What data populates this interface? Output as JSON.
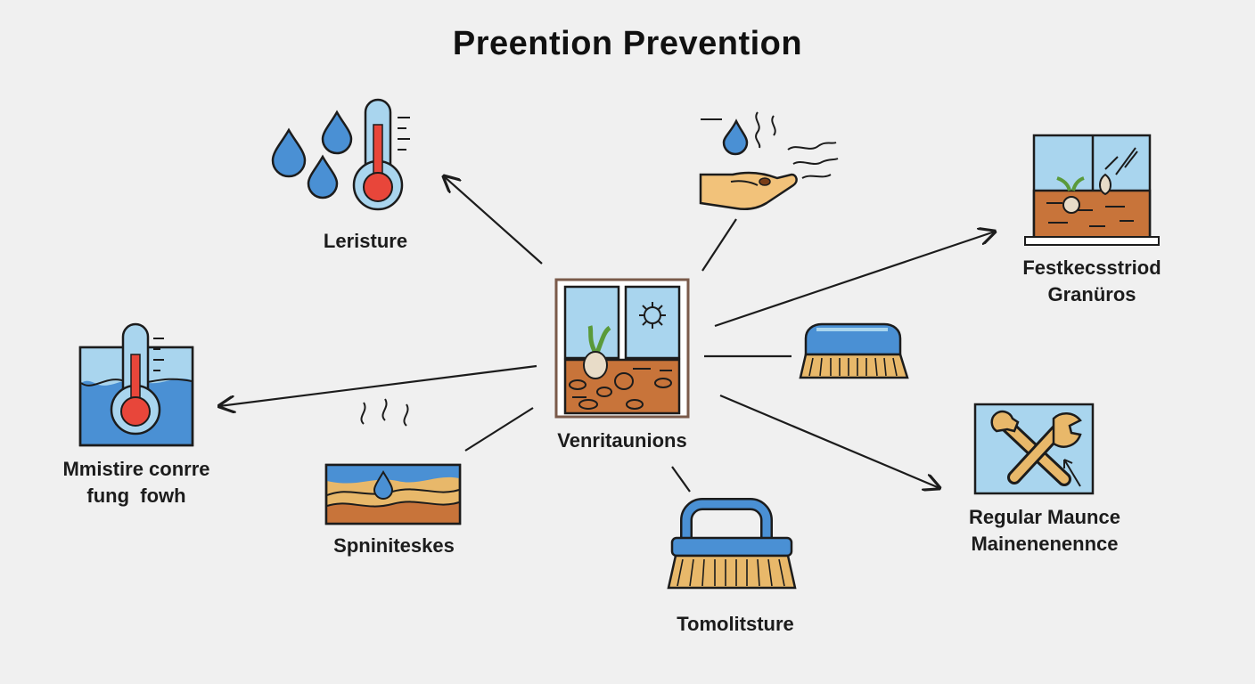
{
  "title": "Preention Prevention",
  "center": {
    "label": "Venritaunions"
  },
  "nodes": [
    {
      "id": "leristure",
      "label": "Leristure",
      "icon": "water-drops-thermometer-icon"
    },
    {
      "id": "moisture",
      "label_lines": [
        "Mmistire conrre",
        "fung  fowh"
      ],
      "icon": "water-tank-thermometer-icon"
    },
    {
      "id": "spniniteskes",
      "label": "Spniniteskes",
      "icon": "soil-layers-droplet-icon"
    },
    {
      "id": "tomolitsture",
      "label": "Tomolitsture",
      "icon": "scrub-brush-icon"
    },
    {
      "id": "festkecsstriod",
      "label_lines": [
        "Festkecsstriod",
        "Granüros"
      ],
      "icon": "planter-box-icon"
    },
    {
      "id": "brush",
      "icon": "brush-icon"
    },
    {
      "id": "hand",
      "icon": "hand-dropping-water-icon"
    },
    {
      "id": "regular",
      "label_lines": [
        "Regular Maunce",
        "Mainenenennce"
      ],
      "icon": "tools-wrench-icon"
    }
  ],
  "colors": {
    "water": "#4a90d4",
    "light_blue": "#a9d5ee",
    "soil": "#c8743a",
    "soil_dark": "#7a3e18",
    "sand": "#e8b86a",
    "red": "#e8463a",
    "skin": "#f2c27a",
    "frame": "#7a5a4a",
    "ink": "#1c1c1c"
  }
}
